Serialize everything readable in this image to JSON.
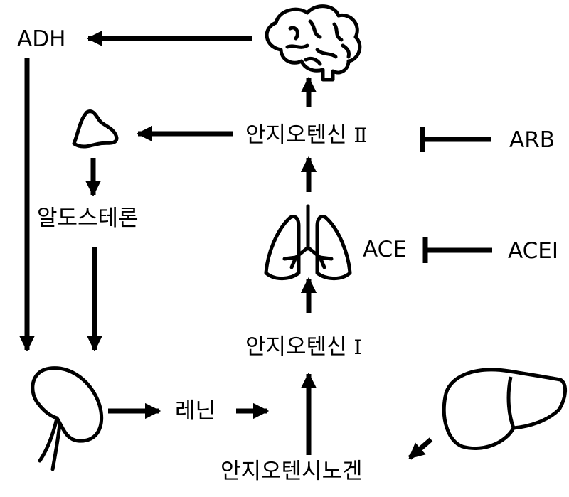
{
  "labels": {
    "adh": "ADH",
    "aldosterone": "알도스테론",
    "angiotensin2": "안지오텐신",
    "angiotensin2_numeral": "Ⅱ",
    "arb": "ARB",
    "ace": "ACE",
    "acei": "ACEI",
    "angiotensin1": "안지오텐신",
    "angiotensin1_numeral": "Ⅰ",
    "renin": "레닌",
    "angiotensinogen": "안지오텐시노겐"
  },
  "icons": {
    "brain": "brain-icon",
    "adrenal": "adrenal-gland-icon",
    "lungs": "lungs-icon",
    "kidney": "kidney-icon",
    "liver": "liver-icon"
  },
  "colors": {
    "ink": "#000000",
    "background": "#ffffff"
  }
}
